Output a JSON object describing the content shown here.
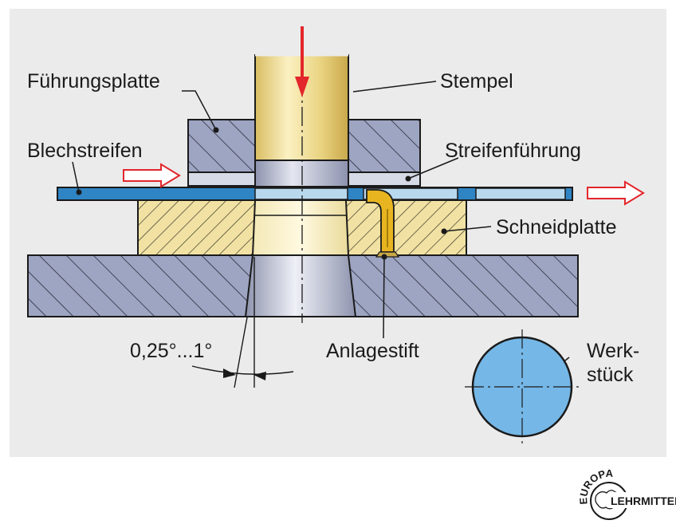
{
  "labels": {
    "fuehrungsplatte": "Führungsplatte",
    "stempel": "Stempel",
    "blechstreifen": "Blechstreifen",
    "streifenfuehrung": "Streifenführung",
    "schneidplatte": "Schneidplatte",
    "anlagestift": "Anlagestift",
    "werkstueck_line1": "Werk-",
    "werkstueck_line2": "stück",
    "winkel": "0,25°...1°"
  },
  "logo": {
    "arc_text": "EUROPA",
    "name": "LEHRMITTEL"
  },
  "colors": {
    "panel": "#ebebeb",
    "plate_blue": "#9da5c2",
    "die_yellow": "#f1e2a4",
    "punch_gold": "#e7cf7a",
    "strip_blue": "#2f84c4",
    "strip_light": "#b8d8ee",
    "workpiece": "#75b7e6",
    "arrow_red": "#e3262b",
    "pin_gold": "#e8b520"
  }
}
